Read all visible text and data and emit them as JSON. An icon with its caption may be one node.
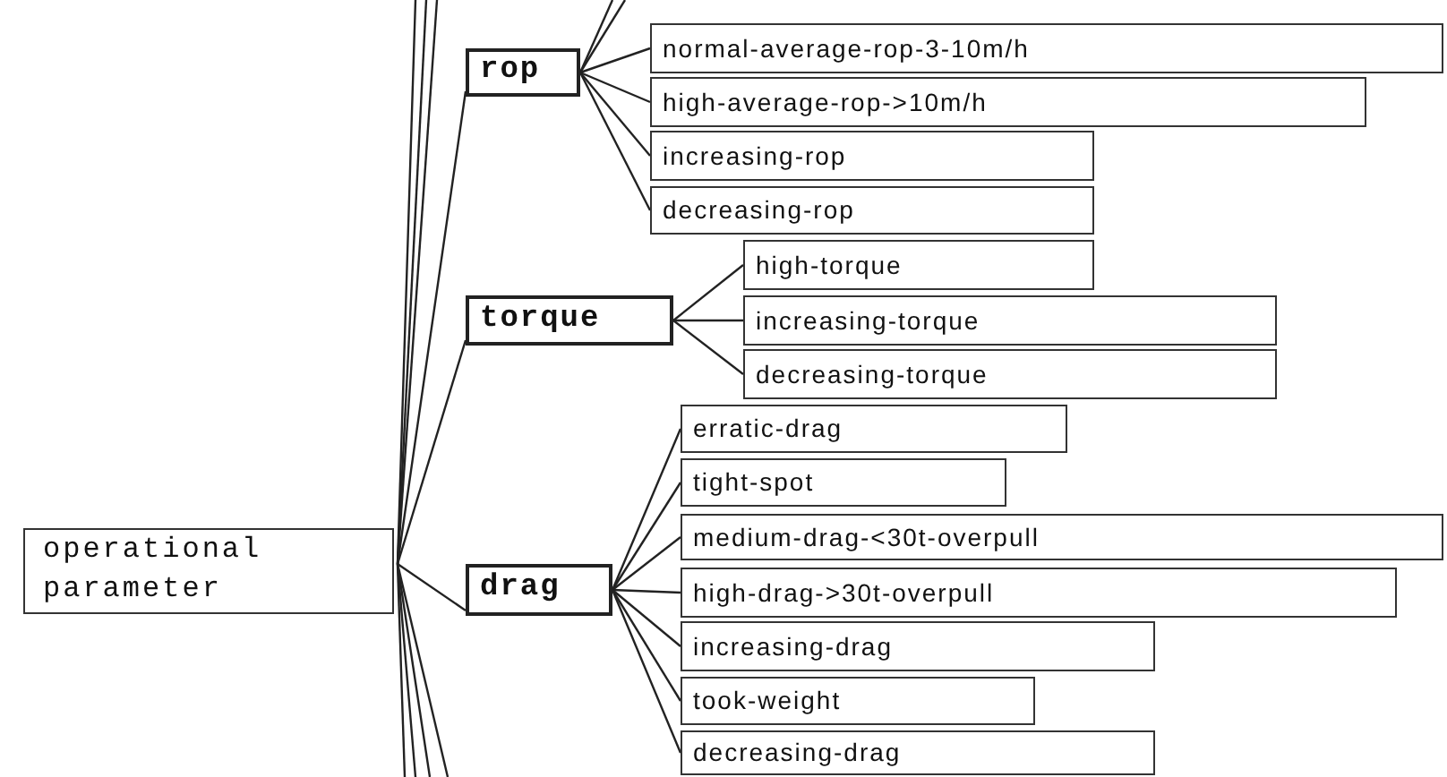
{
  "diagram": {
    "nodes": [
      {
        "text": [
          "operational parameter"
        ]
      },
      {
        "text": [
          "rop"
        ]
      },
      {
        "text": [
          "torque"
        ]
      },
      {
        "text": [
          "drag"
        ]
      },
      {
        "text": [
          "normal-average-rop-3-10m/h"
        ]
      },
      {
        "text": [
          "high-average-rop->10m/h"
        ]
      },
      {
        "text": [
          "increasing-rop"
        ]
      },
      {
        "text": [
          "decreasing-rop"
        ]
      },
      {
        "text": [
          "high-torque"
        ]
      },
      {
        "text": [
          "increasing-torque"
        ]
      },
      {
        "text": [
          "decreasing-torque"
        ]
      },
      {
        "text": [
          "erratic-drag"
        ]
      },
      {
        "text": [
          "tight-spot"
        ]
      },
      {
        "text": [
          "medium-drag-<30t-overpull"
        ]
      },
      {
        "text": [
          "high-drag->30t-overpull"
        ]
      },
      {
        "text": [
          "increasing-drag"
        ]
      },
      {
        "text": [
          "took-weight"
        ]
      },
      {
        "text": [
          "decreasing-drag"
        ]
      }
    ],
    "edges": [
      {
        "from": 0,
        "to": 1,
        "arrow": "none"
      },
      {
        "from": 0,
        "to": 2,
        "arrow": "none"
      },
      {
        "from": 0,
        "to": 3,
        "arrow": "none"
      },
      {
        "from": 0,
        "to": null,
        "arrow": "none"
      },
      {
        "from": 0,
        "to": null,
        "arrow": "none"
      },
      {
        "from": 0,
        "to": null,
        "arrow": "none"
      },
      {
        "from": 0,
        "to": null,
        "arrow": "none"
      },
      {
        "from": 0,
        "to": null,
        "arrow": "none"
      },
      {
        "from": 0,
        "to": null,
        "arrow": "none"
      },
      {
        "from": 0,
        "to": null,
        "arrow": "none"
      },
      {
        "from": 1,
        "to": null,
        "arrow": "none"
      },
      {
        "from": 1,
        "to": null,
        "arrow": "none"
      },
      {
        "from": 1,
        "to": 4,
        "arrow": "none"
      },
      {
        "from": 1,
        "to": 5,
        "arrow": "none"
      },
      {
        "from": 1,
        "to": 6,
        "arrow": "none"
      },
      {
        "from": 1,
        "to": 7,
        "arrow": "none"
      },
      {
        "from": 2,
        "to": 8,
        "arrow": "none"
      },
      {
        "from": 2,
        "to": 9,
        "arrow": "none"
      },
      {
        "from": 2,
        "to": 10,
        "arrow": "none"
      },
      {
        "from": 3,
        "to": 11,
        "arrow": "none"
      },
      {
        "from": 3,
        "to": 12,
        "arrow": "none"
      },
      {
        "from": 3,
        "to": 13,
        "arrow": "none"
      },
      {
        "from": 3,
        "to": 14,
        "arrow": "none"
      },
      {
        "from": 3,
        "to": 15,
        "arrow": "none"
      },
      {
        "from": 3,
        "to": 16,
        "arrow": "none"
      },
      {
        "from": 3,
        "to": 17,
        "arrow": "none"
      }
    ]
  }
}
